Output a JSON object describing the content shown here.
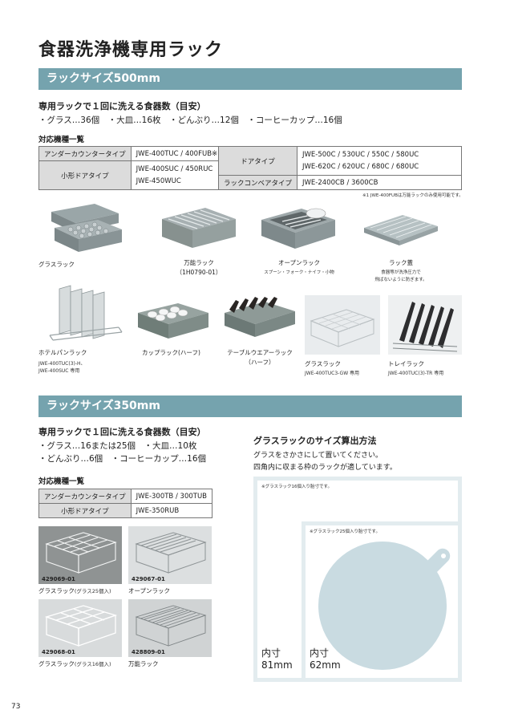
{
  "page": {
    "title": "食器洗浄機専用ラック",
    "page_number": "73"
  },
  "section500": {
    "header": "ラックサイズ500mm",
    "capacity_title": "専用ラックで１回に洗える食器数（目安）",
    "capacity_line": "・グラス…36個　・大皿…16枚　・どんぶり…12個　・コーヒーカップ…16個",
    "models_title": "対応機種一覧",
    "table_left": [
      {
        "key": "アンダーカウンタータイプ",
        "value": "JWE-400TUC / 400FUB※1"
      },
      {
        "key": "小形ドアタイプ",
        "value": "JWE-400SUC / 450RUC",
        "value2": "JWE-450WUC"
      }
    ],
    "table_right": [
      {
        "key": "ドアタイプ",
        "value": "JWE-500C / 530UC / 550C / 580UC",
        "value2": "JWE-620C / 620UC / 680C / 680UC"
      },
      {
        "key": "ラックコンベアタイプ",
        "value": "JWE-2400CB / 3600CB"
      }
    ],
    "footnote": "※1 JWE-400FUBは万能ラックのみ使用可能です。",
    "products_row1": [
      {
        "name": "グラスラック"
      },
      {
        "name": "万能ラック",
        "sub": "（1H0790-01）"
      },
      {
        "name": "オープンラック",
        "sub": "スプーン・フォーク・ナイフ・小物"
      },
      {
        "name": "ラック蓋",
        "sub": "食器等が洗浄圧力で",
        "sub2": "飛ばないように防ぎます。"
      }
    ],
    "products_row2": [
      {
        "name": "ホテルパンラック",
        "sub": "JWE-400TUC(3)-H、",
        "sub2": "JWE-400SUC 専用"
      },
      {
        "name": "カップラック(ハーフ)"
      },
      {
        "name": "テーブルウエアーラック",
        "sub": "（ハーフ）"
      },
      {
        "name": "グラスラック",
        "sub": "JWE-400TUC3-GW 専用"
      },
      {
        "name": "トレイラック",
        "sub": "JWE-400TUC(3)-TR 専用"
      }
    ]
  },
  "section350": {
    "header": "ラックサイズ350mm",
    "capacity_title": "専用ラックで１回に洗える食器数（目安）",
    "capacity_line1": "・グラス…16または25個　・大皿…10枚",
    "capacity_line2": "・どんぶり…6個　・コーヒーカップ…16個",
    "models_title": "対応機種一覧",
    "table": [
      {
        "key": "アンダーカウンタータイプ",
        "value": "JWE-300TB / 300TUB"
      },
      {
        "key": "小形ドアタイプ",
        "value": "JWE-350RUB"
      }
    ],
    "racks": [
      {
        "code": "429069-01",
        "name": "グラスラック",
        "note": "(グラス25個入)"
      },
      {
        "code": "429067-01",
        "name": "オープンラック",
        "note": ""
      },
      {
        "code": "429068-01",
        "name": "グラスラック",
        "note": "(グラス16個入)"
      },
      {
        "code": "428809-01",
        "name": "万能ラック",
        "note": ""
      }
    ],
    "calc": {
      "title": "グラスラックのサイズ算出方法",
      "desc1": "グラスをさかさにして置いてください。",
      "desc2": "四角内に収まる枠のラックが適しています。",
      "outer_note": "※グラスラック16個入り胎寸です。",
      "inner_note": "※グラスラック25個入り胎寸です。",
      "outer_label": "内寸",
      "outer_size": "81mm",
      "inner_label": "内寸",
      "inner_size": "62mm"
    }
  },
  "colors": {
    "band": "#75a3ae",
    "square": "#e3ecef",
    "circle": "#c9dbe1"
  }
}
